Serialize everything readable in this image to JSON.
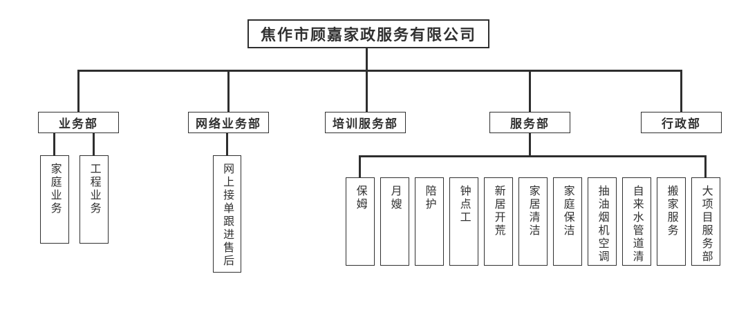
{
  "org": {
    "root": {
      "label": "焦作市顾嘉家政服务有限公司"
    },
    "departments": [
      {
        "label": "业务部",
        "children": [
          {
            "label": "家庭业务"
          },
          {
            "label": "工程业务"
          }
        ]
      },
      {
        "label": "网络业务部",
        "children": [
          {
            "label": "网上接单跟进售后"
          }
        ]
      },
      {
        "label": "培训服务部",
        "children": []
      },
      {
        "label": "服务部",
        "children": [
          {
            "label": "保姆"
          },
          {
            "label": "月嫂"
          },
          {
            "label": "陪护"
          },
          {
            "label": "钟点工"
          },
          {
            "label": "新居开荒"
          },
          {
            "label": "家居清洁"
          },
          {
            "label": "家庭保洁"
          },
          {
            "label": "抽油烟机空调"
          },
          {
            "label": "自来水管道清"
          },
          {
            "label": "搬家服务"
          },
          {
            "label": "大项目服务部"
          }
        ]
      },
      {
        "label": "行政部",
        "children": []
      }
    ],
    "colors": {
      "line": "#2e2e2e",
      "box_border": "#2e2e2e",
      "text": "#303030",
      "background": "#ffffff"
    }
  }
}
